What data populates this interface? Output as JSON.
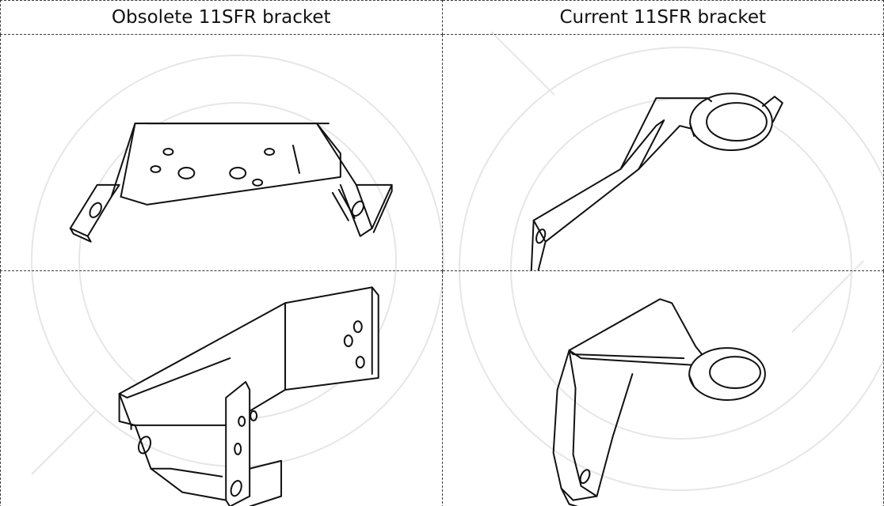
{
  "table": {
    "headers": [
      "Obsolete 11SFR bracket",
      "Current 11SFR bracket"
    ]
  },
  "drawings": [
    {
      "row": 1,
      "column": 1,
      "icon": "obsolete-bracket-flat-drawing-icon"
    },
    {
      "row": 1,
      "column": 2,
      "icon": "current-bracket-ring-drawing-icon"
    },
    {
      "row": 2,
      "column": 1,
      "icon": "obsolete-bracket-angled-drawing-icon"
    },
    {
      "row": 2,
      "column": 2,
      "icon": "current-bracket-ring-angled-drawing-icon"
    }
  ],
  "colors": {
    "line": "#111111",
    "grid_border": "#3a3a3a",
    "watermark": "#e3e3e3"
  }
}
